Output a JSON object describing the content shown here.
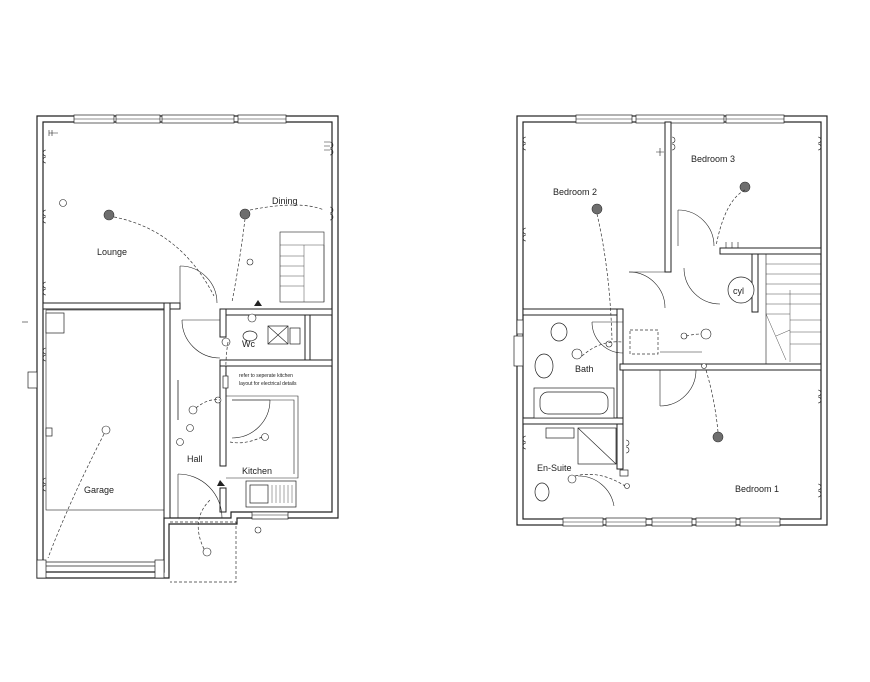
{
  "ground_floor": {
    "rooms": {
      "lounge": "Lounge",
      "dining": "Dining",
      "wc": "Wc",
      "hall": "Hall",
      "kitchen": "Kitchen",
      "garage": "Garage"
    },
    "kitchen_note": [
      "refer to seperate kitchen",
      "layout for electrical details"
    ]
  },
  "first_floor": {
    "rooms": {
      "bedroom2": "Bedroom 2",
      "bedroom3": "Bedroom 3",
      "bath": "Bath",
      "ensuite": "En-Suite",
      "bedroom1": "Bedroom 1",
      "cylinder": "cyl"
    }
  },
  "colors": {
    "line": "#222222",
    "light_fitting": "#6e6e6e",
    "background": "#ffffff"
  }
}
